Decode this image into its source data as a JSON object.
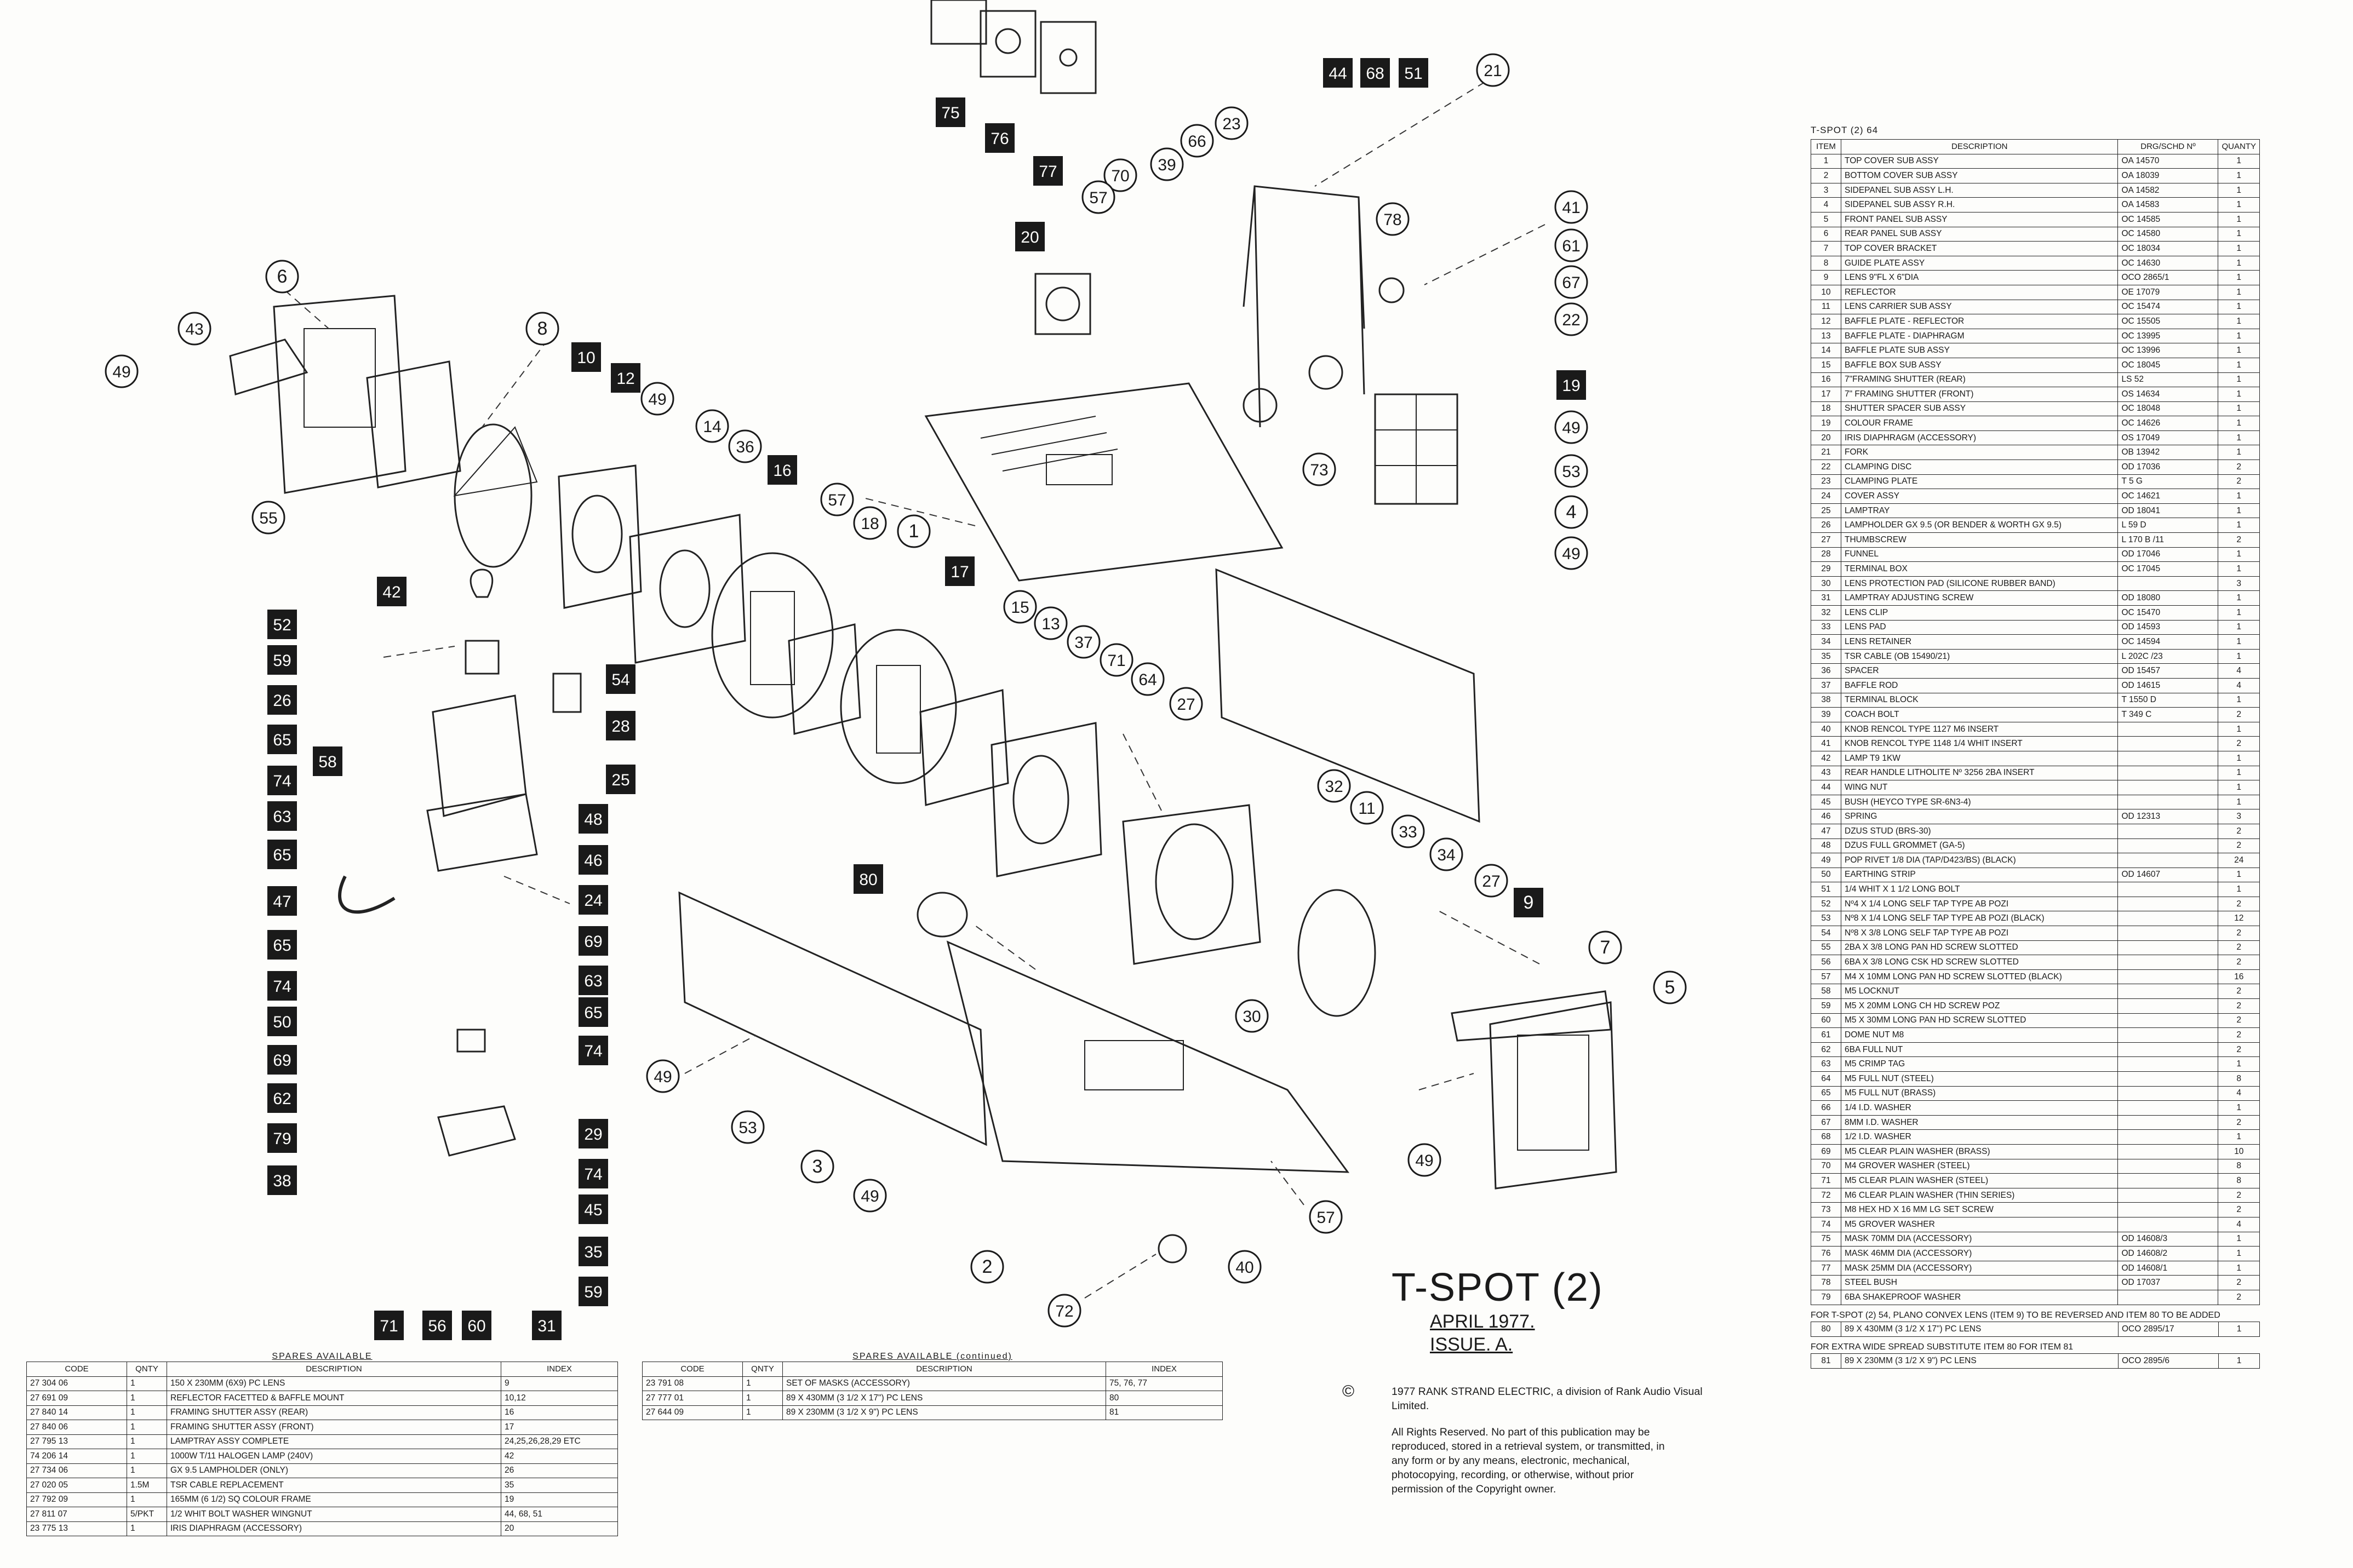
{
  "parts_list": {
    "header": "T-SPOT (2) 64",
    "columns": [
      "ITEM",
      "DESCRIPTION",
      "DRG/SCHD Nº",
      "QUANTY"
    ],
    "rows": [
      [
        "1",
        "TOP COVER SUB ASSY",
        "OA 14570",
        "1"
      ],
      [
        "2",
        "BOTTOM COVER SUB ASSY",
        "OA 18039",
        "1"
      ],
      [
        "3",
        "SIDEPANEL SUB ASSY L.H.",
        "OA 14582",
        "1"
      ],
      [
        "4",
        "SIDEPANEL SUB ASSY R.H.",
        "OA 14583",
        "1"
      ],
      [
        "5",
        "FRONT PANEL SUB ASSY",
        "OC 14585",
        "1"
      ],
      [
        "6",
        "REAR PANEL SUB ASSY",
        "OC 14580",
        "1"
      ],
      [
        "7",
        "TOP COVER BRACKET",
        "OC 18034",
        "1"
      ],
      [
        "8",
        "GUIDE PLATE ASSY",
        "OC 14630",
        "1"
      ],
      [
        "9",
        "LENS 9\"FL x 6\"DIA",
        "OCO 2865/1",
        "1"
      ],
      [
        "10",
        "REFLECTOR",
        "OE 17079",
        "1"
      ],
      [
        "11",
        "LENS CARRIER SUB ASSY",
        "OC 15474",
        "1"
      ],
      [
        "12",
        "BAFFLE PLATE - REFLECTOR",
        "OC 15505",
        "1"
      ],
      [
        "13",
        "BAFFLE PLATE - DIAPHRAGM",
        "OC 13995",
        "1"
      ],
      [
        "14",
        "BAFFLE PLATE SUB ASSY",
        "OC 13996",
        "1"
      ],
      [
        "15",
        "BAFFLE BOX SUB ASSY",
        "OC 18045",
        "1"
      ],
      [
        "16",
        "7\"FRAMING SHUTTER (REAR)",
        "LS 52",
        "1"
      ],
      [
        "17",
        "7\" FRAMING SHUTTER (FRONT)",
        "OS 14634",
        "1"
      ],
      [
        "18",
        "SHUTTER SPACER SUB ASSY",
        "OC 18048",
        "1"
      ],
      [
        "19",
        "COLOUR FRAME",
        "OC 14626",
        "1"
      ],
      [
        "20",
        "IRIS DIAPHRAGM (accessory)",
        "OS 17049",
        "1"
      ],
      [
        "21",
        "FORK",
        "OB 13942",
        "1"
      ],
      [
        "22",
        "CLAMPING DISC",
        "OD 17036",
        "2"
      ],
      [
        "23",
        "CLAMPING PLATE",
        "T 5 G",
        "2"
      ],
      [
        "24",
        "COVER ASSY",
        "OC 14621",
        "1"
      ],
      [
        "25",
        "LAMPTRAY",
        "OD 18041",
        "1"
      ],
      [
        "26",
        "LAMPHOLDER GX 9.5 (or Bender & Worth GX 9.5)",
        "L 59 D",
        "1"
      ],
      [
        "27",
        "THUMBSCREW",
        "L 170 B /11",
        "2"
      ],
      [
        "28",
        "FUNNEL",
        "OD 17046",
        "1"
      ],
      [
        "29",
        "TERMINAL BOX",
        "OC 17045",
        "1"
      ],
      [
        "30",
        "LENS PROTECTION PAD (silicone rubber band)",
        "",
        "3"
      ],
      [
        "31",
        "LAMPTRAY ADJUSTING SCREW",
        "OD 18080",
        "1"
      ],
      [
        "32",
        "LENS CLIP",
        "OC 15470",
        "1"
      ],
      [
        "33",
        "LENS PAD",
        "OD 14593",
        "1"
      ],
      [
        "34",
        "LENS RETAINER",
        "OC 14594",
        "1"
      ],
      [
        "35",
        "TSR CABLE (OB 15490/21)",
        "L 202C /23",
        "1"
      ],
      [
        "36",
        "SPACER",
        "OD 15457",
        "4"
      ],
      [
        "37",
        "BAFFLE ROD",
        "OD 14615",
        "4"
      ],
      [
        "38",
        "TERMINAL BLOCK",
        "T 1550 D",
        "1"
      ],
      [
        "39",
        "COACH BOLT",
        "T 349 C",
        "2"
      ],
      [
        "40",
        "KNOB RENCOL TYPE 1127 M6 INSERT",
        "",
        "1"
      ],
      [
        "41",
        "KNOB RENCOL TYPE 1148 1/4 WHIT INSERT",
        "",
        "2"
      ],
      [
        "42",
        "LAMP T9 1KW",
        "",
        "1"
      ],
      [
        "43",
        "REAR HANDLE Litholite Nº 3256 2BA INSERT",
        "",
        "1"
      ],
      [
        "44",
        "WING NUT",
        "",
        "1"
      ],
      [
        "45",
        "BUSH (HEYCO TYPE SR-6N3-4)",
        "",
        "1"
      ],
      [
        "46",
        "SPRING",
        "OD 12313",
        "3"
      ],
      [
        "47",
        "DZUS STUD (BRS-30)",
        "",
        "2"
      ],
      [
        "48",
        "DZUS FULL GROMMET (GA-5)",
        "",
        "2"
      ],
      [
        "49",
        "POP RIVET 1/8 DIA (TAP/D423/BS) (Black)",
        "",
        "24"
      ],
      [
        "50",
        "EARTHING STRIP",
        "OD 14607",
        "1"
      ],
      [
        "51",
        "1/4 WHIT x 1 1/2 LONG BOLT",
        "",
        "1"
      ],
      [
        "52",
        "Nº4 x 1/4 LONG SELF TAP TYPE AB POZI",
        "",
        "2"
      ],
      [
        "53",
        "Nº8 x 1/4 LONG SELF TAP TYPE AB POZI (Black)",
        "",
        "12"
      ],
      [
        "54",
        "Nº8 x 3/8 LONG SELF TAP TYPE AB POZI",
        "",
        "2"
      ],
      [
        "55",
        "2BA x 3/8 LONG PAN HD SCREW SLOTTED",
        "",
        "2"
      ],
      [
        "56",
        "6BA x 3/8 LONG CSK HD SCREW SLOTTED",
        "",
        "2"
      ],
      [
        "57",
        "M4 x 10mm LONG PAN HD SCREW SLOTTED (Black)",
        "",
        "16"
      ],
      [
        "58",
        "M5 LOCKNUT",
        "",
        "2"
      ],
      [
        "59",
        "M5 x 20mm LONG CH HD SCREW POZ",
        "",
        "2"
      ],
      [
        "60",
        "M5 x 30mm LONG PAN HD SCREW SLOTTED",
        "",
        "2"
      ],
      [
        "61",
        "DOME NUT M8",
        "",
        "2"
      ],
      [
        "62",
        "6BA FULL NUT",
        "",
        "2"
      ],
      [
        "63",
        "M5 CRIMP TAG",
        "",
        "1"
      ],
      [
        "64",
        "M5 FULL NUT (STEEL)",
        "",
        "8"
      ],
      [
        "65",
        "M5 FULL NUT (BRASS)",
        "",
        "4"
      ],
      [
        "66",
        "1/4 I.D. WASHER",
        "",
        "1"
      ],
      [
        "67",
        "8mm I.D. WASHER",
        "",
        "2"
      ],
      [
        "68",
        "1/2 I.D. WASHER",
        "",
        "1"
      ],
      [
        "69",
        "M5 CLEAR PLAIN WASHER (BRASS)",
        "",
        "10"
      ],
      [
        "70",
        "M4 GROVER WASHER (STEEL)",
        "",
        "8"
      ],
      [
        "71",
        "M5 CLEAR PLAIN WASHER (STEEL)",
        "",
        "8"
      ],
      [
        "72",
        "M6 CLEAR PLAIN WASHER (THIN SERIES)",
        "",
        "2"
      ],
      [
        "73",
        "M8 HEX HD x 16 mm LG SET SCREW",
        "",
        "2"
      ],
      [
        "74",
        "M5 GROVER WASHER",
        "",
        "4"
      ],
      [
        "75",
        "MASK 70mm DIA (accessory)",
        "OD 14608/3",
        "1"
      ],
      [
        "76",
        "MASK 46mm DIA (accessory)",
        "OD 14608/2",
        "1"
      ],
      [
        "77",
        "MASK 25mm DIA (accessory)",
        "OD 14608/1",
        "1"
      ],
      [
        "78",
        "STEEL BUSH",
        "OD 17037",
        "2"
      ],
      [
        "79",
        "6BA SHAKEPROOF WASHER",
        "",
        "2"
      ]
    ],
    "note1": "FOR T-SPOT (2) 54, PLANO CONVEX LENS (ITEM 9) TO BE REVERSED AND ITEM 80 TO BE ADDED",
    "row80": [
      "80",
      "89 x 430mm (3 1/2 x 17\") PC LENS",
      "OCO 2895/17",
      "1"
    ],
    "note2": "FOR EXTRA WIDE SPREAD SUBSTITUTE ITEM 80 FOR ITEM 81",
    "row81": [
      "81",
      "89 x 230mm (3 1/2 x 9\") PC LENS",
      "OCO 2895/6",
      "1"
    ]
  },
  "spares": {
    "caption": "SPARES AVAILABLE",
    "columns": [
      "CODE",
      "QNTY",
      "DESCRIPTION",
      "INDEX"
    ],
    "rows": [
      [
        "27 304 06",
        "1",
        "150 x 230mm (6x9) PC LENS",
        "9"
      ],
      [
        "27 691 09",
        "1",
        "REFLECTOR FACETTED & BAFFLE MOUNT",
        "10,12"
      ],
      [
        "27 840 14",
        "1",
        "FRAMING SHUTTER ASSY (REAR)",
        "16"
      ],
      [
        "27 840 06",
        "1",
        "FRAMING SHUTTER ASSY (FRONT)",
        "17"
      ],
      [
        "27 795 13",
        "1",
        "LAMPTRAY ASSY COMPLETE",
        "24,25,26,28,29 etc"
      ],
      [
        "74 206 14",
        "1",
        "1000W T/11 HALOGEN LAMP (240v)",
        "42"
      ],
      [
        "27 734 06",
        "1",
        "GX 9.5 LAMPHOLDER (only)",
        "26"
      ],
      [
        "27 020 05",
        "1.5m",
        "TSR CABLE REPLACEMENT",
        "35"
      ],
      [
        "27 792 09",
        "1",
        "165mm (6 1/2) SQ COLOUR FRAME",
        "19"
      ],
      [
        "27 811 07",
        "5/PKT",
        "1/2 WHIT BOLT WASHER WINGNUT",
        "44, 68, 51"
      ],
      [
        "23 775 13",
        "1",
        "IRIS DIAPHRAGM (accessory)",
        "20"
      ]
    ]
  },
  "spares2": {
    "caption": "SPARES AVAILABLE (continued)",
    "rows": [
      [
        "23 791 08",
        "1",
        "SET OF MASKS (accessory)",
        "75, 76, 77"
      ],
      [
        "27 777 01",
        "1",
        "89 x 430mm (3 1/2 x 17\") PC LENS",
        "80"
      ],
      [
        "27 644 09",
        "1",
        "89 x 230mm (3 1/2 x 9\") PC LENS",
        "81"
      ]
    ]
  },
  "title": {
    "main": "T-SPOT (2)",
    "date": "APRIL 1977.",
    "issue": "ISSUE. A."
  },
  "copyright": {
    "symbol": "©",
    "line": "1977 RANK STRAND ELECTRIC, a division of Rank Audio Visual Limited.",
    "rights": "All Rights Reserved. No part of this publication may be reproduced, stored in a retrieval system, or transmitted, in any form or by any means, electronic, mechanical, photocopying, recording, or otherwise, without prior permission of the Copyright owner."
  },
  "callouts": [
    {
      "n": "6",
      "s": "c"
    },
    {
      "n": "43",
      "s": "c"
    },
    {
      "n": "49",
      "s": "c"
    },
    {
      "n": "55",
      "s": "c"
    },
    {
      "n": "8",
      "s": "c"
    },
    {
      "n": "10",
      "s": "b"
    },
    {
      "n": "12",
      "s": "b"
    },
    {
      "n": "49",
      "s": "c"
    },
    {
      "n": "14",
      "s": "c"
    },
    {
      "n": "36",
      "s": "c"
    },
    {
      "n": "16",
      "s": "b"
    },
    {
      "n": "57",
      "s": "c"
    },
    {
      "n": "18",
      "s": "c"
    },
    {
      "n": "1",
      "s": "c"
    },
    {
      "n": "17",
      "s": "b"
    },
    {
      "n": "42",
      "s": "b"
    },
    {
      "n": "52",
      "s": "b"
    },
    {
      "n": "59",
      "s": "b"
    },
    {
      "n": "26",
      "s": "b"
    },
    {
      "n": "65",
      "s": "b"
    },
    {
      "n": "58",
      "s": "b"
    },
    {
      "n": "74",
      "s": "b"
    },
    {
      "n": "63",
      "s": "b"
    },
    {
      "n": "65",
      "s": "b"
    },
    {
      "n": "47",
      "s": "b"
    },
    {
      "n": "65",
      "s": "b"
    },
    {
      "n": "74",
      "s": "b"
    },
    {
      "n": "50",
      "s": "b"
    },
    {
      "n": "69",
      "s": "b"
    },
    {
      "n": "62",
      "s": "b"
    },
    {
      "n": "79",
      "s": "b"
    },
    {
      "n": "38",
      "s": "b"
    },
    {
      "n": "54",
      "s": "b"
    },
    {
      "n": "28",
      "s": "b"
    },
    {
      "n": "25",
      "s": "b"
    },
    {
      "n": "48",
      "s": "b"
    },
    {
      "n": "46",
      "s": "b"
    },
    {
      "n": "24",
      "s": "b"
    },
    {
      "n": "69",
      "s": "b"
    },
    {
      "n": "63",
      "s": "b"
    },
    {
      "n": "65",
      "s": "b"
    },
    {
      "n": "74",
      "s": "b"
    },
    {
      "n": "29",
      "s": "b"
    },
    {
      "n": "74",
      "s": "b"
    },
    {
      "n": "45",
      "s": "b"
    },
    {
      "n": "35",
      "s": "b"
    },
    {
      "n": "59",
      "s": "b"
    },
    {
      "n": "71",
      "s": "b"
    },
    {
      "n": "56",
      "s": "b"
    },
    {
      "n": "60",
      "s": "b"
    },
    {
      "n": "31",
      "s": "b"
    },
    {
      "n": "75",
      "s": "b"
    },
    {
      "n": "76",
      "s": "b"
    },
    {
      "n": "77",
      "s": "b"
    },
    {
      "n": "20",
      "s": "b"
    },
    {
      "n": "44",
      "s": "b"
    },
    {
      "n": "68",
      "s": "b"
    },
    {
      "n": "51",
      "s": "b"
    },
    {
      "n": "21",
      "s": "c"
    },
    {
      "n": "23",
      "s": "c"
    },
    {
      "n": "66",
      "s": "c"
    },
    {
      "n": "39",
      "s": "c"
    },
    {
      "n": "70",
      "s": "c"
    },
    {
      "n": "57",
      "s": "c"
    },
    {
      "n": "78",
      "s": "c"
    },
    {
      "n": "41",
      "s": "c"
    },
    {
      "n": "61",
      "s": "c"
    },
    {
      "n": "67",
      "s": "c"
    },
    {
      "n": "22",
      "s": "c"
    },
    {
      "n": "19",
      "s": "b"
    },
    {
      "n": "49",
      "s": "c"
    },
    {
      "n": "53",
      "s": "c"
    },
    {
      "n": "4",
      "s": "c"
    },
    {
      "n": "49",
      "s": "c"
    },
    {
      "n": "73",
      "s": "c"
    },
    {
      "n": "15",
      "s": "c"
    },
    {
      "n": "13",
      "s": "c"
    },
    {
      "n": "37",
      "s": "c"
    },
    {
      "n": "71",
      "s": "c"
    },
    {
      "n": "64",
      "s": "c"
    },
    {
      "n": "27",
      "s": "c"
    },
    {
      "n": "32",
      "s": "c"
    },
    {
      "n": "11",
      "s": "c"
    },
    {
      "n": "33",
      "s": "c"
    },
    {
      "n": "34",
      "s": "c"
    },
    {
      "n": "27",
      "s": "c"
    },
    {
      "n": "9",
      "s": "b"
    },
    {
      "n": "7",
      "s": "c"
    },
    {
      "n": "5",
      "s": "c"
    },
    {
      "n": "80",
      "s": "b"
    },
    {
      "n": "30",
      "s": "c"
    },
    {
      "n": "49",
      "s": "c"
    },
    {
      "n": "53",
      "s": "c"
    },
    {
      "n": "3",
      "s": "c"
    },
    {
      "n": "49",
      "s": "c"
    },
    {
      "n": "2",
      "s": "c"
    },
    {
      "n": "72",
      "s": "c"
    },
    {
      "n": "40",
      "s": "c"
    },
    {
      "n": "57",
      "s": "c"
    },
    {
      "n": "49",
      "s": "c"
    }
  ]
}
